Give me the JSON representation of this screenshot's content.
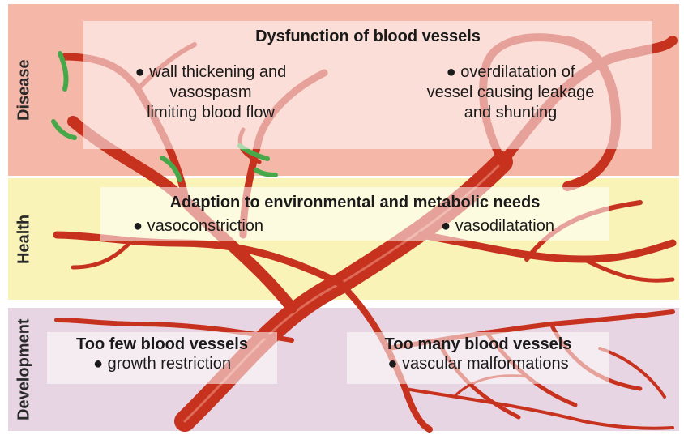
{
  "rows": {
    "disease": "Disease",
    "health": "Health",
    "development": "Development"
  },
  "disease_box": {
    "title": "Dysfunction of blood vessels",
    "left_lines": [
      "● wall thickening and",
      "vasospasm",
      "limiting blood flow"
    ],
    "right_lines": [
      "● overdilatation of",
      "vessel causing leakage",
      "and shunting"
    ]
  },
  "health_box": {
    "title": "Adaption to environmental and metabolic needs",
    "left": "● vasoconstriction",
    "right": "● vasodilatation"
  },
  "development_boxes": {
    "left_title": "Too few blood vessels",
    "left_item": "● growth restriction",
    "right_title": "Too many blood vessels",
    "right_item": "● vascular malformations"
  },
  "colors": {
    "disease_band": "#f5b7a7",
    "health_band": "#f9f3b8",
    "development_band": "#e8d5e3",
    "vessel": "#c7321f",
    "vessel_dark": "#8e1d12",
    "thickened_wall": "#47a84a"
  }
}
